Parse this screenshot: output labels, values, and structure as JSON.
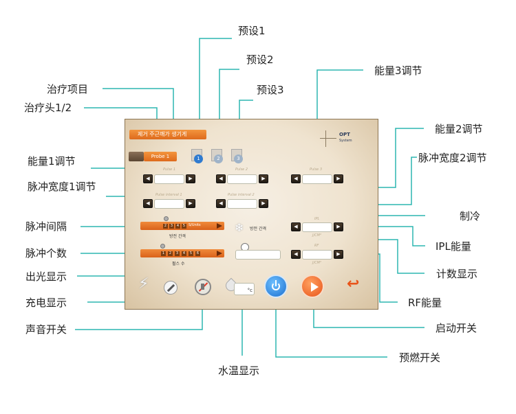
{
  "annotations": {
    "preset1": "预设1",
    "preset2": "预设2",
    "preset3": "预设3",
    "energy3": "能量3调节",
    "treatment": "治疗项目",
    "head": "治疗头1/2",
    "energy2": "能量2调节",
    "pulse_width2": "脉冲宽度2调节",
    "energy1": "能量1调节",
    "pulse_width1": "脉冲宽度1调节",
    "cooling": "制冷",
    "pulse_interval": "脉冲间隔",
    "ipl_energy": "IPL能量",
    "pulse_count": "脉冲个数",
    "counter": "计数显示",
    "light": "出光显示",
    "charge": "充电显示",
    "rf_energy": "RF能量",
    "sound": "声音开关",
    "start": "启动开关",
    "preheat": "预燃开关",
    "water_temp": "水温显示"
  },
  "screen": {
    "title": "제거 주근깨가 생기게",
    "probe": "Probe 1",
    "presets": [
      "1",
      "2",
      "3"
    ],
    "logo": "OPT",
    "logo_sub": "System",
    "pulse1": "Pulse 1",
    "pulse2": "Pulse 2",
    "pulse3": "Pulse 3",
    "pi1": "Pulse interval 1",
    "pi2": "Pulse interval 2",
    "bar1_cells": [
      "2",
      "3",
      "4",
      "5"
    ],
    "bar1_unit": "S/Units",
    "bar1_label": "방전 간격",
    "bar2_cells": [
      "1",
      "2",
      "3",
      "4",
      "5",
      "6"
    ],
    "bar2_label": "펄스 수",
    "cool_label": "방전 간격",
    "ipl": "IPL",
    "rf": "RF",
    "unit": "J/CM²",
    "temp_unit": "°c",
    "left_arrow": "◀",
    "right_arrow": "▶"
  }
}
